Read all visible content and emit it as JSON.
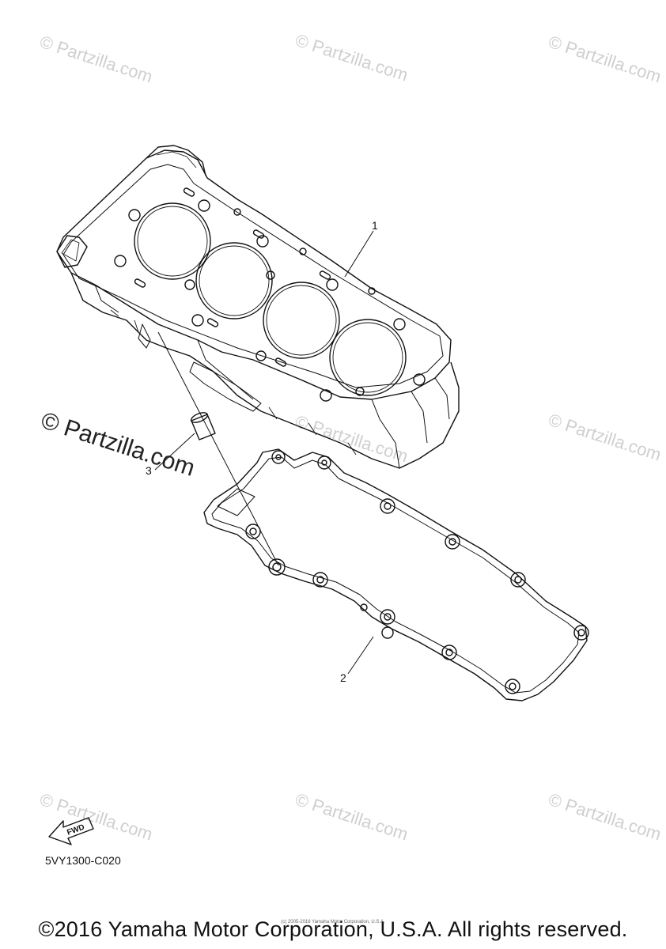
{
  "watermark_text": "© Partzilla.com",
  "watermark_big_text": "© Partzilla.com",
  "callouts": {
    "cylinder": "1",
    "gasket": "2",
    "dowel": "3"
  },
  "fwd_label": "FWD",
  "part_code": "5VY1300-C020",
  "copyright": "©2016 Yamaha Motor Corporation, U.S.A. All rights reserved.",
  "fineprint": "(c) 2005-2016 Yamaha Motor Corporation, U.S.A."
}
